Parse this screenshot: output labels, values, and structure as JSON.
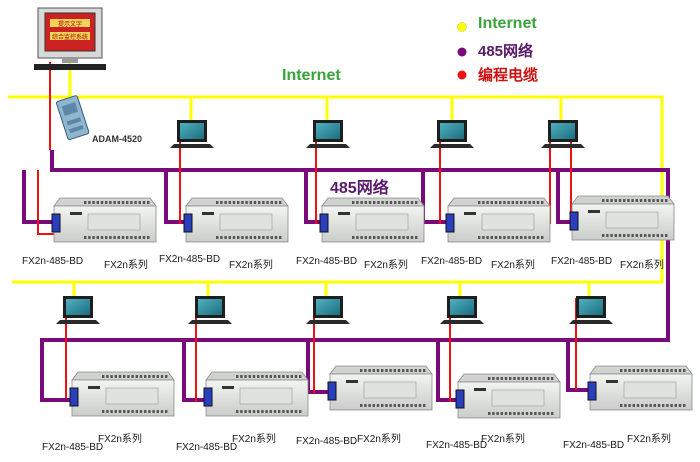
{
  "legend": [
    {
      "label": "Internet",
      "color": "#ffff00",
      "text_color": "#3aa33a"
    },
    {
      "label": "485网络",
      "color": "#7a0a7a",
      "text_color": "#5a1a6a"
    },
    {
      "label": "编程电缆",
      "color": "#ee1111",
      "text_color": "#cc1111"
    }
  ],
  "labels": {
    "internet_bus": "Internet",
    "rs485_bus": "485网络",
    "converter": "ADAM-4520"
  },
  "server_screen_text": [
    "提示文字",
    "综合监控系统"
  ],
  "row1": [
    {
      "bd": "FX2n-485-BD",
      "plc": "FX2n系列"
    },
    {
      "bd": "FX2n-485-BD",
      "plc": "FX2n系列"
    },
    {
      "bd": "FX2n-485-BD",
      "plc": "FX2n系列"
    },
    {
      "bd": "FX2n-485-BD",
      "plc": "FX2n系列"
    },
    {
      "bd": "FX2n-485-BD",
      "plc": "FX2n系列"
    }
  ],
  "row2": [
    {
      "bd": "FX2n-485-BD",
      "plc": "FX2n系列"
    },
    {
      "bd": "FX2n-485-BD",
      "plc": "FX2n系列"
    },
    {
      "bd": "FX2n-485-BD",
      "plc": "FX2n系列"
    },
    {
      "bd": "FX2n-485-BD",
      "plc": "FX2n系列"
    },
    {
      "bd": "FX2n-485-BD",
      "plc": "FX2n系列"
    }
  ],
  "colors": {
    "internet": "#ffff00",
    "rs485": "#7a0a7a",
    "cable": "#ee1111",
    "laptop_screen": "#2e8a9a",
    "plc_body": "#e4e7e3",
    "module_blue": "#2a3fbf"
  }
}
